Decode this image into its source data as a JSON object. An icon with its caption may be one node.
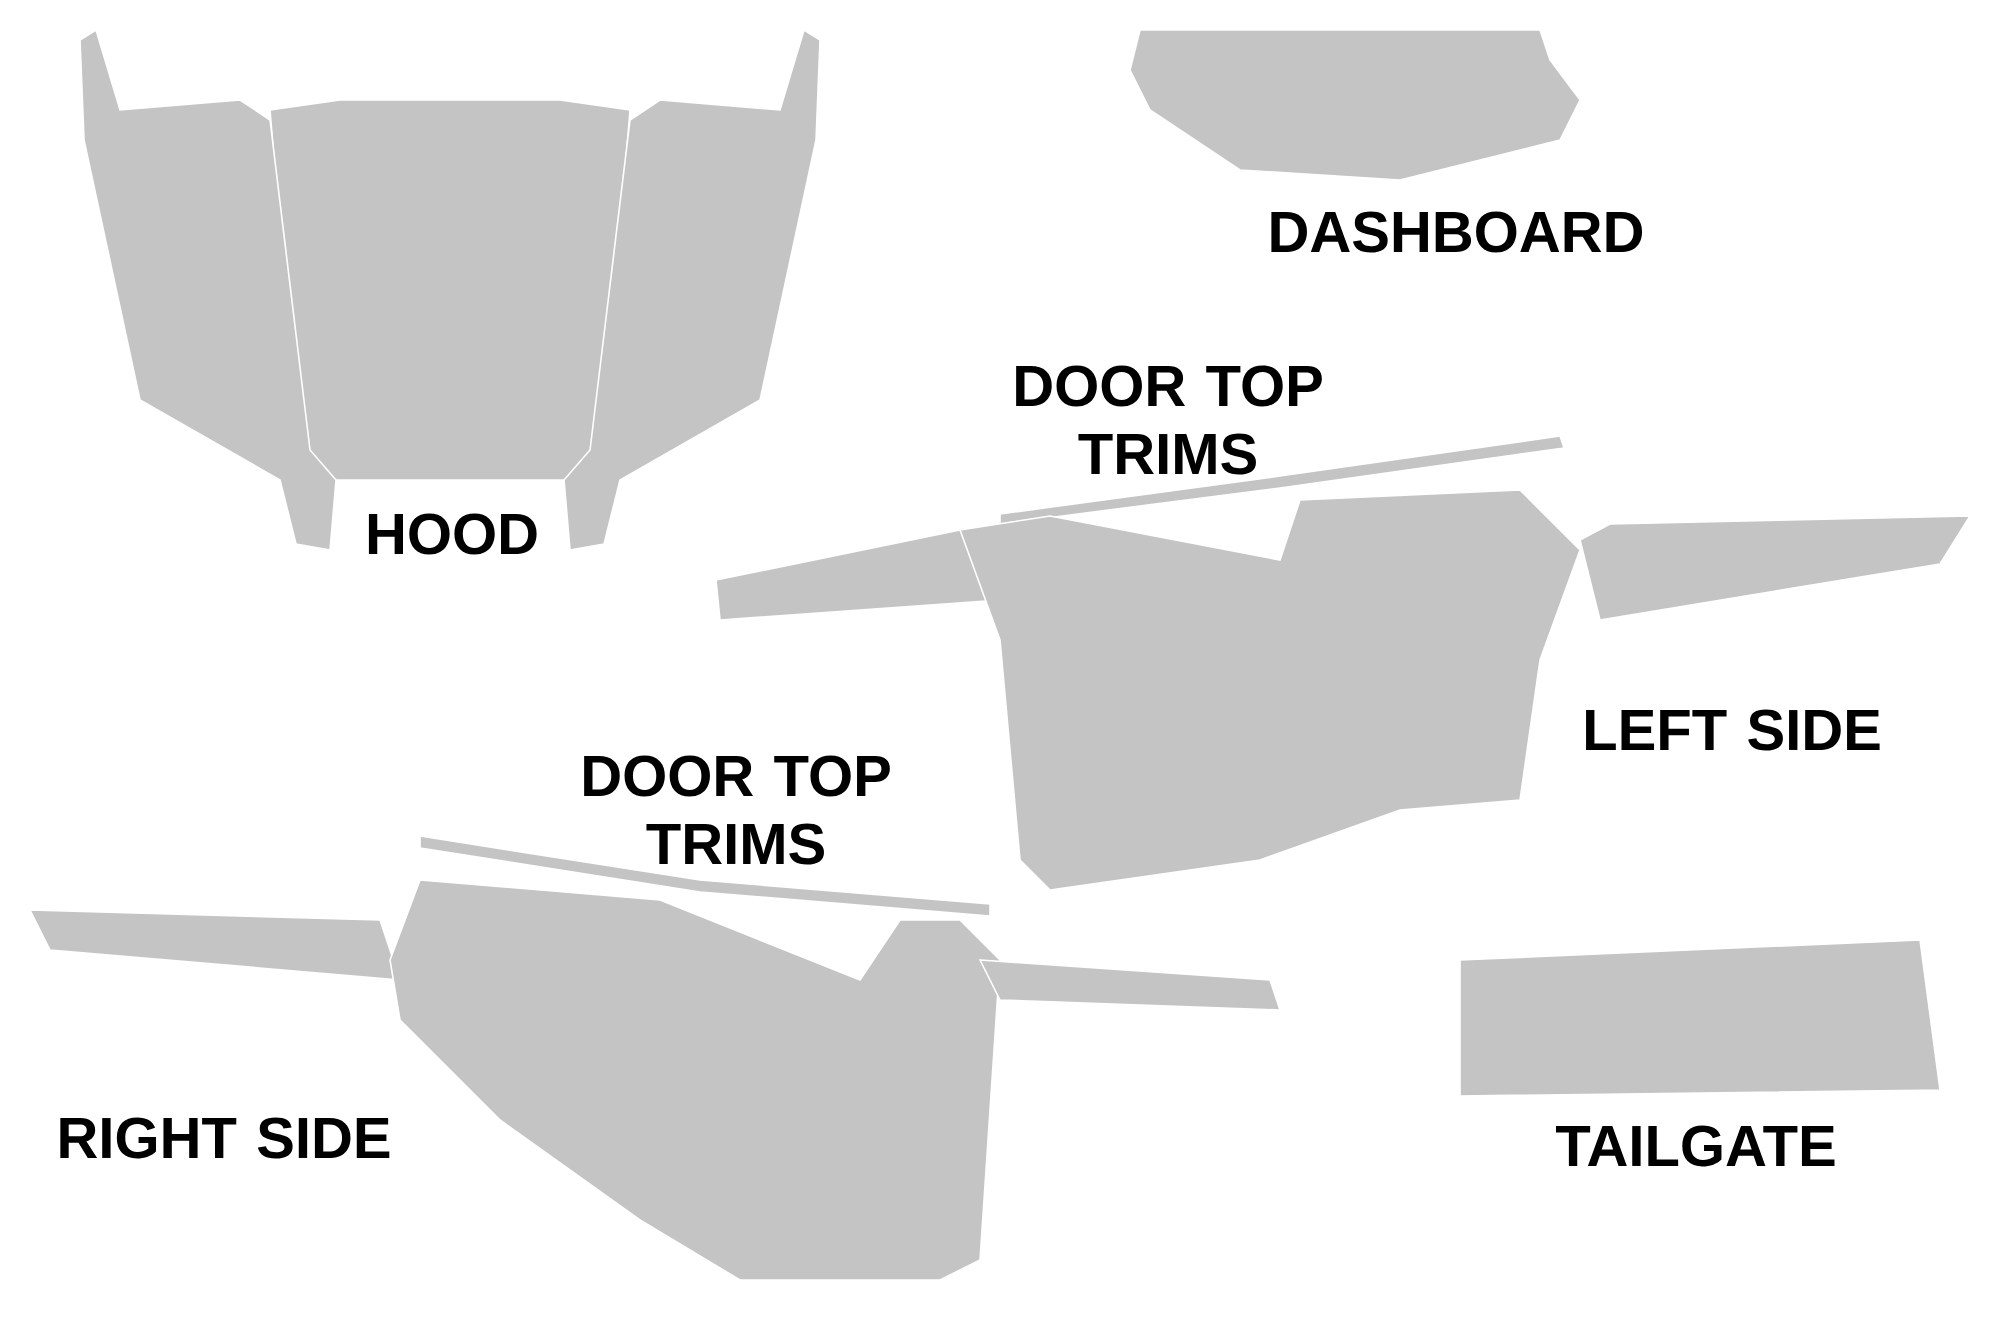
{
  "diagram": {
    "labels": [
      "DASHBOARD",
      "DOOR TOP TRIMS",
      "HOOD",
      "LEFT SIDE",
      "DOOR TOP TRIMS",
      "RIGHT SIDE",
      "TAILGATE"
    ]
  }
}
